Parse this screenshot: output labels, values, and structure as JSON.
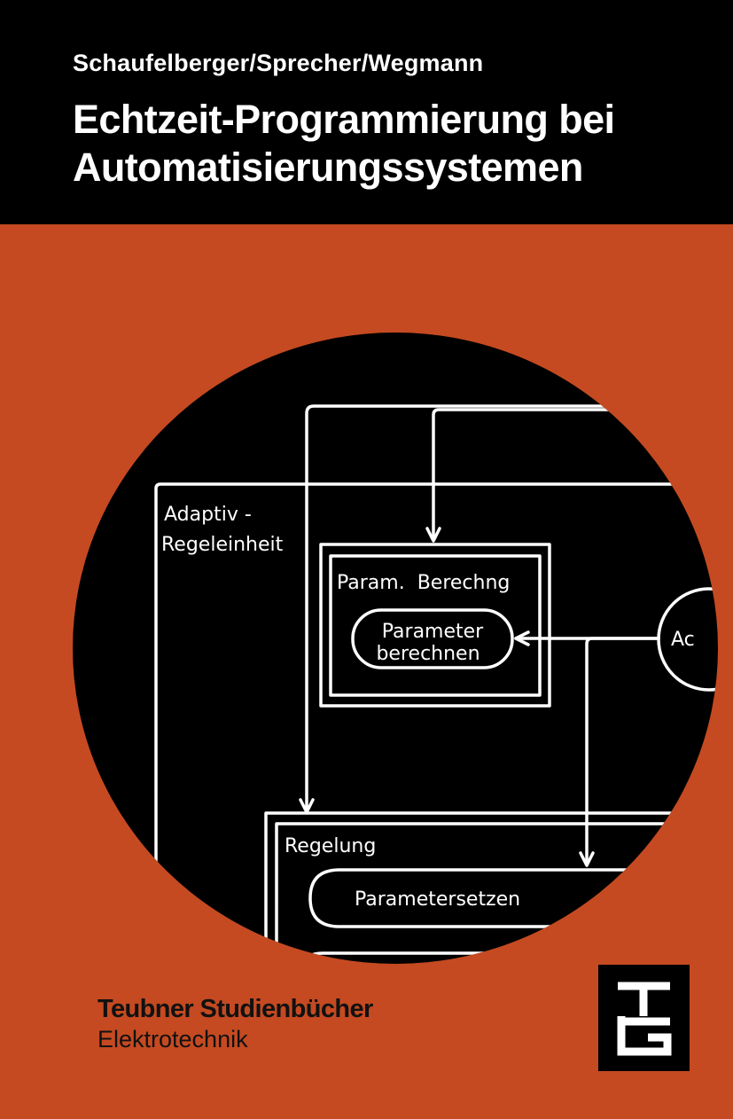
{
  "cover": {
    "authors": "Schaufelberger/Sprecher/Wegmann",
    "title_line1": "Echtzeit-Programmierung bei",
    "title_line2": "Automatisierungssystemen",
    "series_name": "Teubner Studienbücher",
    "series_subject": "Elektrotechnik",
    "logo_letters": "TG"
  },
  "diagram": {
    "outer_label_line1": "Adaptiv -",
    "outer_label_line2": "Regeleinheit",
    "param_box_label": "Param.  Berechng",
    "param_node_line1": "Parameter",
    "param_node_line2": "berechnen",
    "side_node_fragment": "Ac",
    "regelung_label": "Regelung",
    "regelung_node": "Parametersetzen"
  },
  "colors": {
    "background": "#C54A21",
    "header": "#000000",
    "diagram_bg": "#000000",
    "diagram_lines": "#FFFFFF"
  },
  "icons": {
    "logo": "teubner-tg-logo"
  }
}
